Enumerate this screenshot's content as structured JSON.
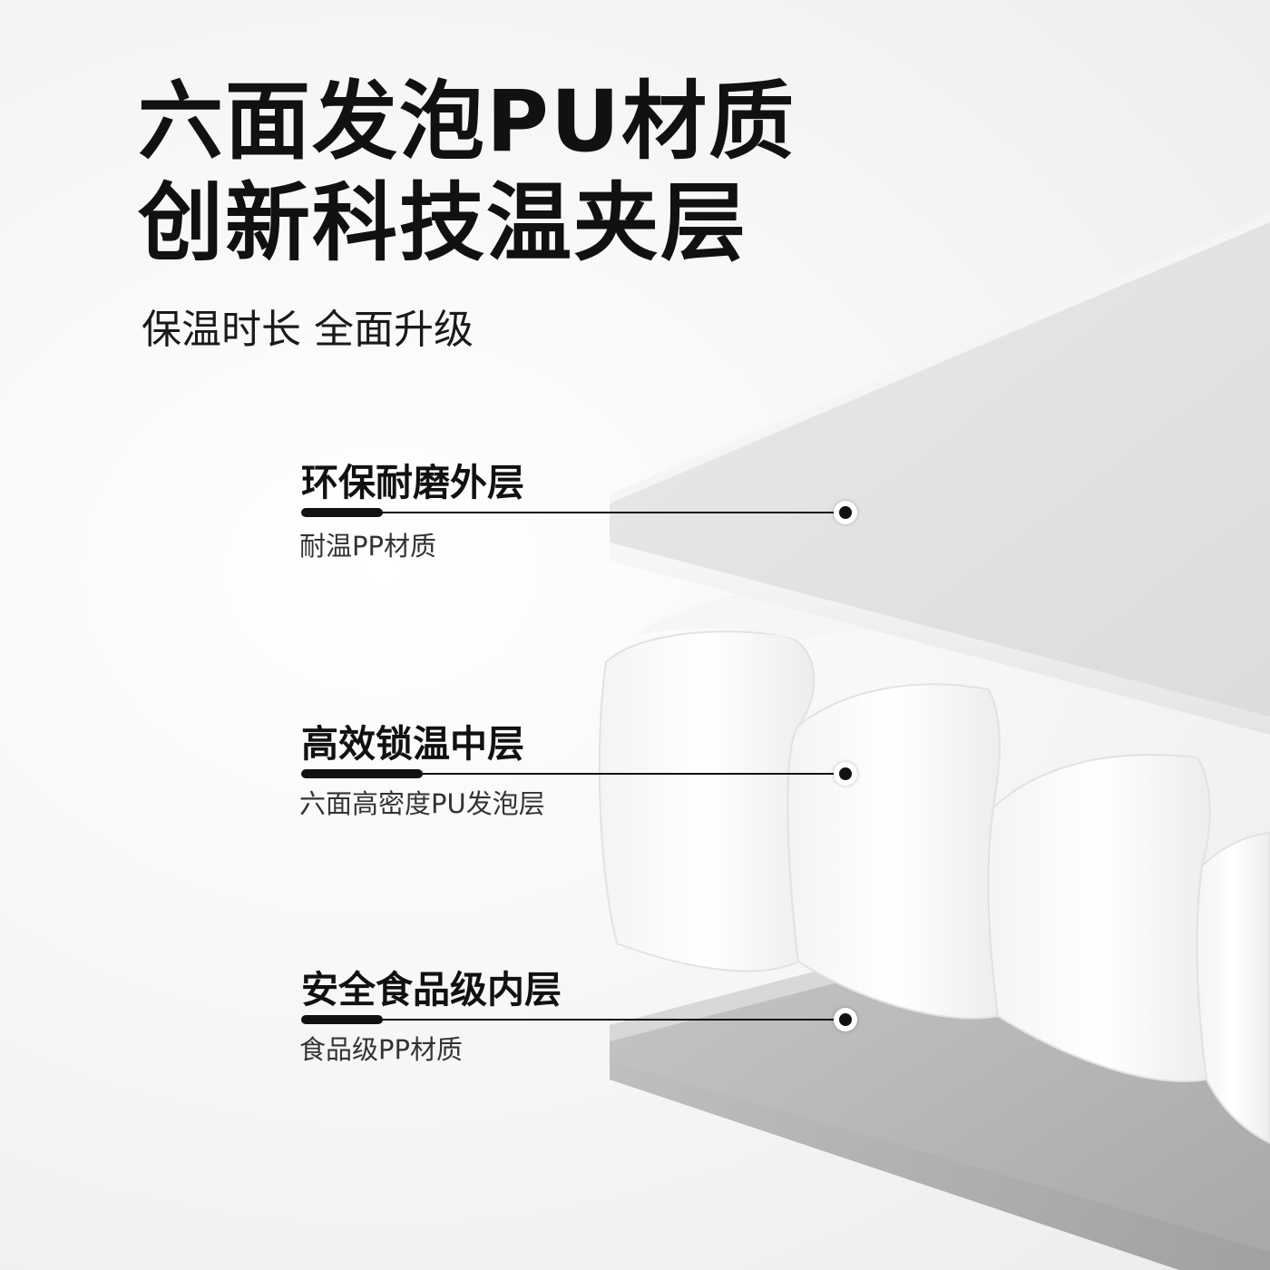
{
  "headline": {
    "line1": "六面发泡PU材质",
    "line2": "创新科技温夹层"
  },
  "subtitle": "保温时长 全面升级",
  "layers": [
    {
      "title": "环保耐磨外层",
      "description": "耐温PP材质"
    },
    {
      "title": "高效锁温中层",
      "description": "六面高密度PU发泡层"
    },
    {
      "title": "安全食品级内层",
      "description": "食品级PP材质"
    }
  ],
  "colors": {
    "text": "#111111",
    "accent_dot": "#111111"
  }
}
